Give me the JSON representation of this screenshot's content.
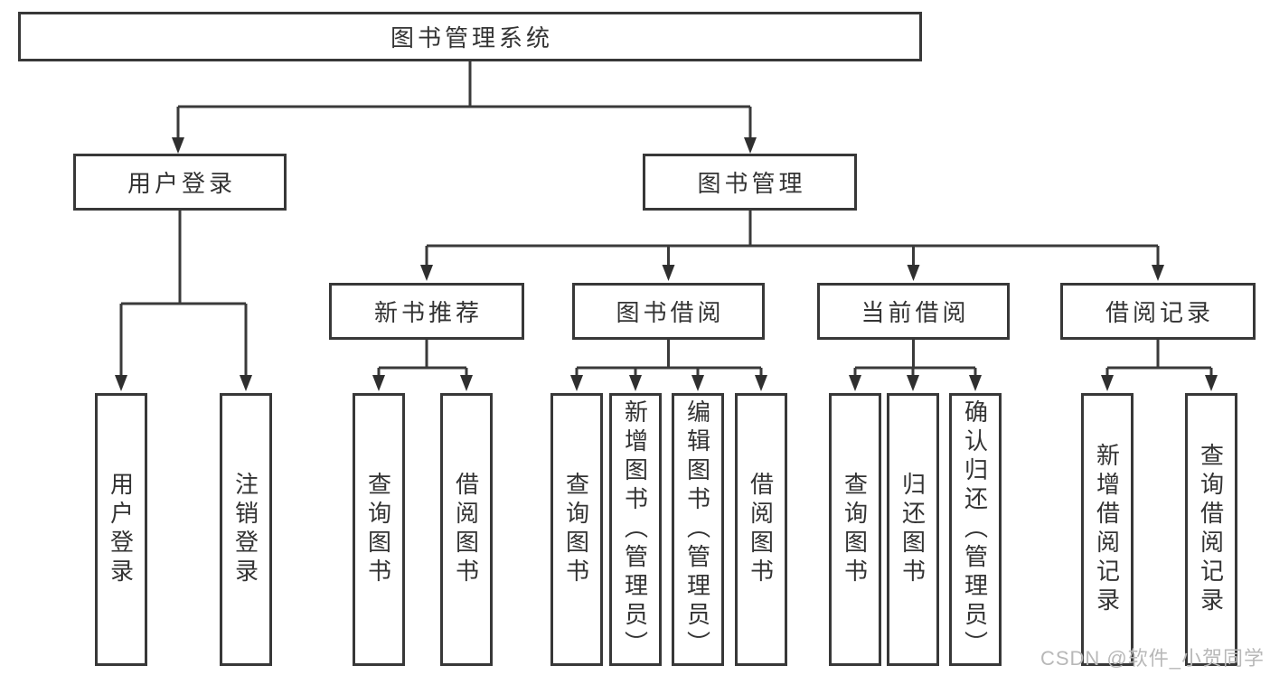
{
  "diagram": {
    "type": "hierarchy-tree",
    "root": {
      "label": "图书管理系统"
    },
    "branches": [
      {
        "label": "用户登录",
        "children": [
          {
            "label": "用户登录"
          },
          {
            "label": "注销登录"
          }
        ]
      },
      {
        "label": "图书管理",
        "children": [
          {
            "label": "新书推荐",
            "children": [
              {
                "label": "查询图书"
              },
              {
                "label": "借阅图书"
              }
            ]
          },
          {
            "label": "图书借阅",
            "children": [
              {
                "label": "查询图书"
              },
              {
                "label": "新增图书（管理员）"
              },
              {
                "label": "编辑图书（管理员）"
              },
              {
                "label": "借阅图书"
              }
            ]
          },
          {
            "label": "当前借阅",
            "children": [
              {
                "label": "查询图书"
              },
              {
                "label": "归还图书"
              },
              {
                "label": "确认归还（管理员）"
              }
            ]
          },
          {
            "label": "借阅记录",
            "children": [
              {
                "label": "新增借阅记录"
              },
              {
                "label": "查询借阅记录"
              }
            ]
          }
        ]
      }
    ]
  },
  "watermark": {
    "text": "CSDN @软件_小贺同学"
  },
  "colors": {
    "line": "#3a3a3a",
    "box_border": "#383838",
    "text": "#333333",
    "watermark": "#b8b8b8",
    "background": "#ffffff"
  }
}
